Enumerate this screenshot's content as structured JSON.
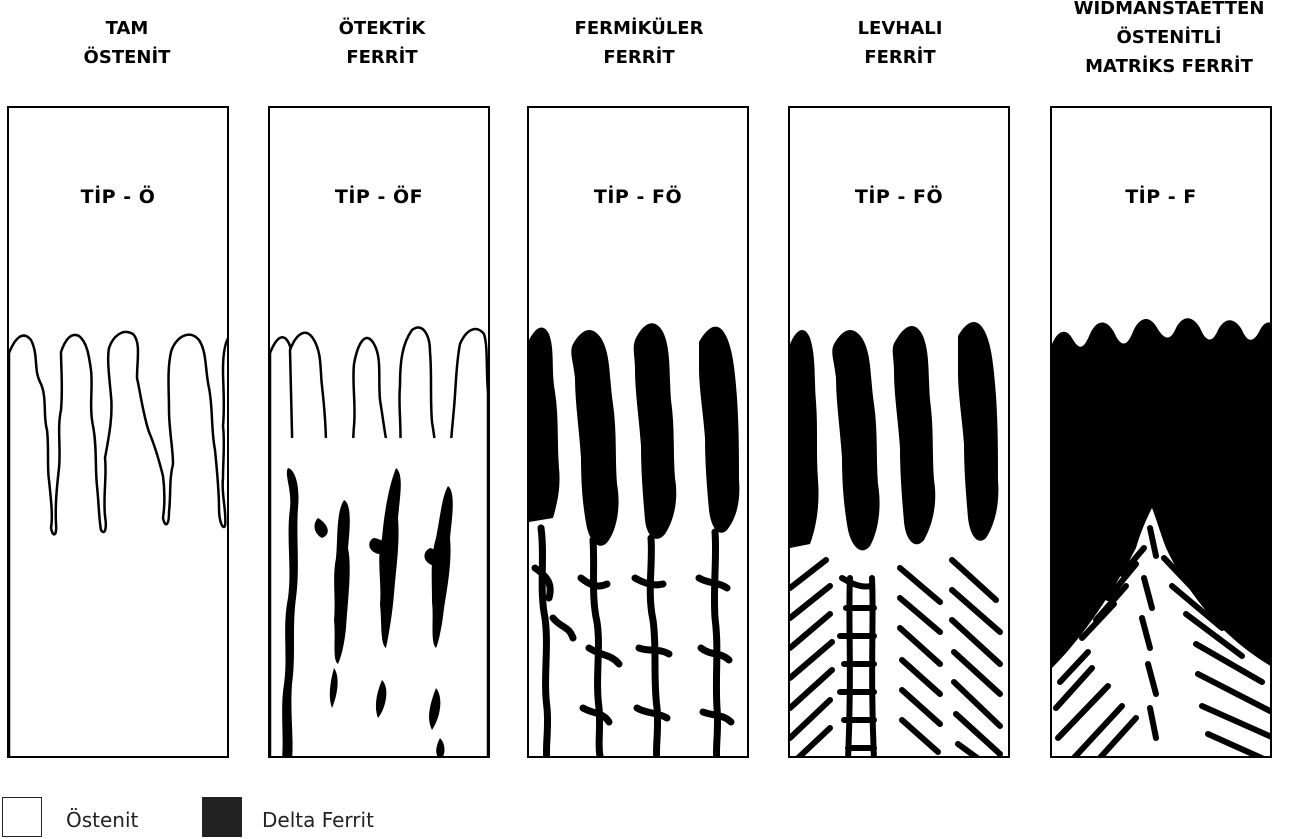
{
  "columns": [
    {
      "title": [
        "TAM",
        "ÖSTENİT"
      ],
      "type_label": "TİP - Ö"
    },
    {
      "title": [
        "ÖTEKTİK",
        "FERRİT"
      ],
      "type_label": "TİP - ÖF"
    },
    {
      "title": [
        "FERMİKÜLER",
        "FERRİT"
      ],
      "type_label": "TİP - FÖ"
    },
    {
      "title": [
        "LEVHALI",
        "FERRİT"
      ],
      "type_label": "TİP - FÖ"
    },
    {
      "title": [
        "WIDMANSTAETTEN",
        "ÖSTENİTLİ",
        "MATRİKS FERRİT"
      ],
      "type_label": "TİP - F"
    }
  ],
  "legend": {
    "austenite_label": "Östenit",
    "delta_ferrite_label": "Delta Ferrit"
  },
  "colors": {
    "austenite": "#ffffff",
    "delta_ferrite": "#000000",
    "outline": "#000000"
  }
}
